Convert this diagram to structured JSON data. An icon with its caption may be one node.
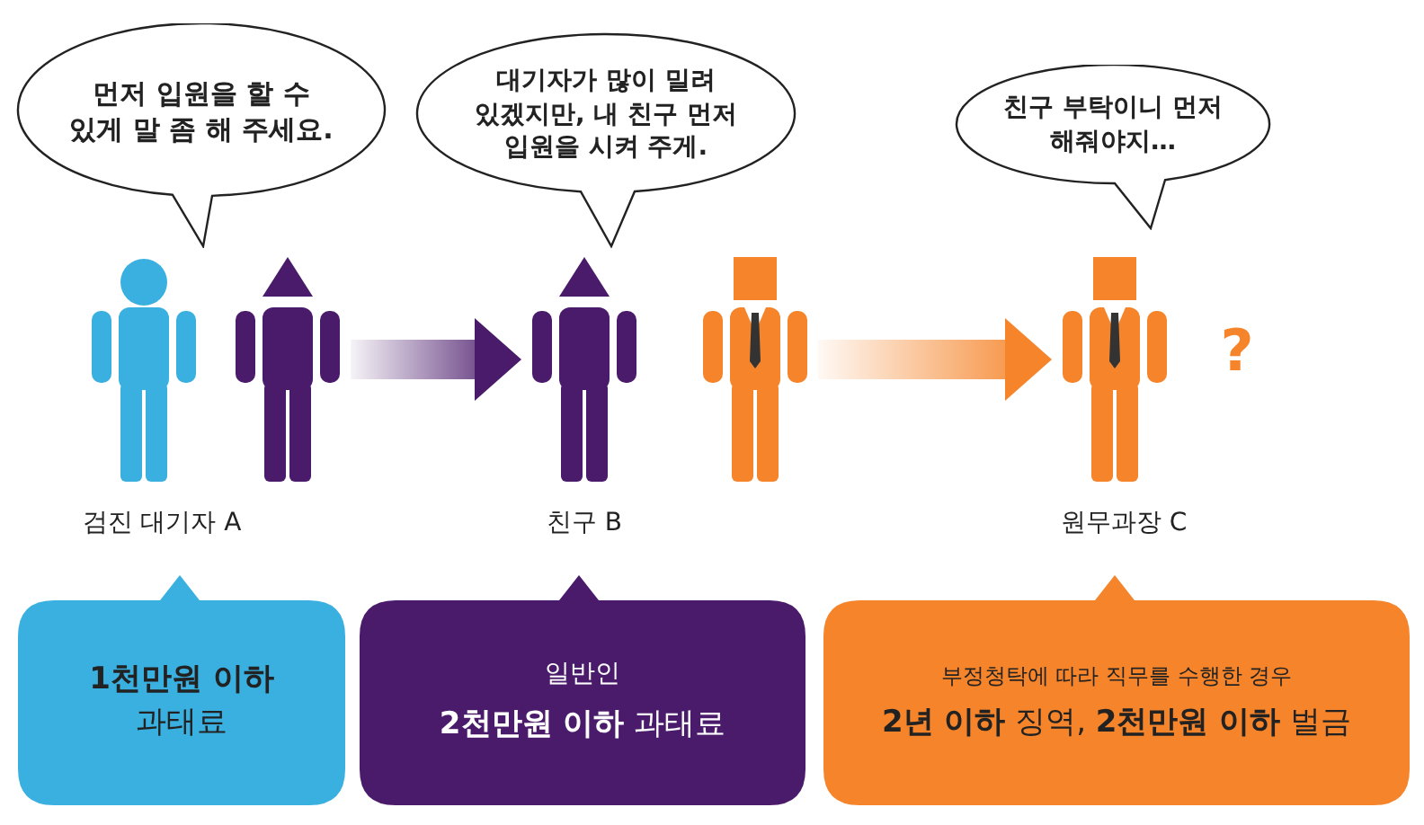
{
  "diagram": {
    "nodes": [
      {
        "text": [
          "먼저 입원을 할 수 있게 말 좀 해 주세요."
        ]
      },
      {
        "text": [
          "대기자가 많이 밀려 있겠지만, 내 친구 먼저 입원을 시켜 주게."
        ]
      },
      {
        "text": [
          "친구 부탁이니 먼저 해줘야지…"
        ]
      },
      {
        "text": [],
        "shape": "person"
      },
      {
        "text": [],
        "shape": "person"
      },
      {
        "text": [],
        "shape": "person"
      },
      {
        "text": [],
        "shape": "person"
      },
      {
        "text": [],
        "shape": "person"
      },
      {
        "text": [
          "**1천만원 이하** 과태료"
        ]
      },
      {
        "text": [
          "일반인",
          "**2천만원 이하** 과태료"
        ]
      },
      {
        "text": [
          "부정청탁에 따라 직무를 수행한 경우",
          "**2년 이하** 징역, **2천만원 이하** 벌금"
        ]
      }
    ],
    "edges": [
      {
        "from": 4,
        "to": 5,
        "arrow": "to",
        "color": "#4a1a6b"
      },
      {
        "from": 6,
        "to": 7,
        "arrow": "to",
        "color": "#f5842a"
      }
    ],
    "labels": [
      "검진 대기자 A",
      "친구 B",
      "원무과장 C",
      "?"
    ]
  }
}
